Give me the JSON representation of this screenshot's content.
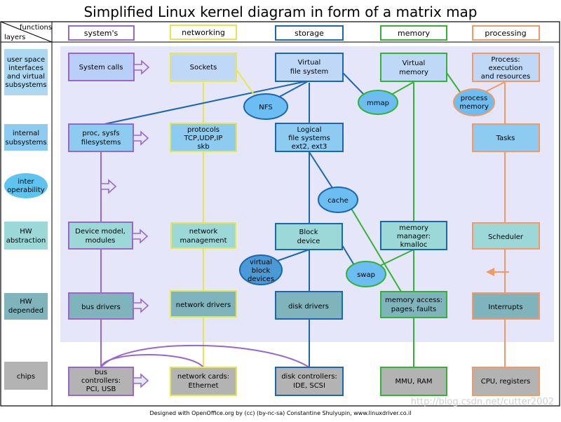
{
  "title": "Simplified Linux kernel diagram in form of a matrix map",
  "corner": {
    "functions": "functions",
    "layers": "layers"
  },
  "columns": {
    "systems": "system's",
    "networking": "networking",
    "storage": "storage",
    "memory": "memory",
    "processing": "processing"
  },
  "rows": {
    "user_space": [
      "user space",
      "interfaces",
      "and virtual",
      "subsystems"
    ],
    "internal": [
      "internal",
      "subsystems"
    ],
    "interop": [
      "inter",
      "operability"
    ],
    "hw_abstraction": [
      "HW",
      "abstraction"
    ],
    "hw_depended": [
      "HW",
      "depended"
    ],
    "chips": [
      "chips"
    ]
  },
  "nodes": {
    "system_calls": [
      "System calls"
    ],
    "sockets": [
      "Sockets"
    ],
    "virtual_fs": [
      "Virtual",
      "file system"
    ],
    "virtual_memory": [
      "Virtual",
      "memory"
    ],
    "process_exec": [
      "Process:",
      "execution",
      "and resources"
    ],
    "nfs": [
      "NFS"
    ],
    "mmap": [
      "mmap"
    ],
    "process_memory": [
      "process",
      "memory"
    ],
    "proc_sysfs": [
      "proc, sysfs",
      "filesystems"
    ],
    "protocols": [
      "protocols",
      "TCP,UDP,IP",
      "skb"
    ],
    "logical_fs": [
      "Logical",
      "file systems",
      "ext2, ext3"
    ],
    "tasks": [
      "Tasks"
    ],
    "cache": [
      "cache"
    ],
    "device_model": [
      "Device model,",
      "modules"
    ],
    "network_mgmt": [
      "network",
      "management"
    ],
    "block_device": [
      "Block",
      "device"
    ],
    "memory_manager": [
      "memory",
      "manager:",
      "kmalloc"
    ],
    "scheduler": [
      "Scheduler"
    ],
    "virtual_block": [
      "virtual",
      "block",
      "devices"
    ],
    "swap": [
      "swap"
    ],
    "bus_drivers": [
      "bus drivers"
    ],
    "network_drivers": [
      "network drivers"
    ],
    "disk_drivers": [
      "disk drivers"
    ],
    "memory_access": [
      "memory access:",
      "pages, faults"
    ],
    "interrupts": [
      "Interrupts"
    ],
    "bus_controllers": [
      "bus",
      "controllers:",
      "PCI, USB"
    ],
    "network_cards": [
      "network cards:",
      "Ethernet"
    ],
    "disk_controllers": [
      "disk controllers:",
      "IDE, SCSI"
    ],
    "mmu_ram": [
      "MMU, RAM"
    ],
    "cpu_registers": [
      "CPU, registers"
    ]
  },
  "footer": "Designed with OpenOffice.org by (cc) (by-nc-sa) Constantine Shulyupin, www.linuxdriver.co.il",
  "watermark": "http://blog.csdn.net/cutter2002",
  "colors": {
    "systems": "#9966cc",
    "networking": "#e6e64d",
    "storage": "#1a66b3",
    "memory": "#33b333",
    "processing": "#f29966",
    "band": "#e6e6fa"
  }
}
